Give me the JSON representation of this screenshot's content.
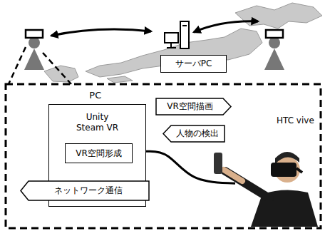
{
  "diagram": {
    "nodes": [
      {
        "text": [
          "サーバPC"
        ]
      },
      {
        "text": [
          "PC",
          "Unity Steam VR"
        ]
      },
      {
        "text": [
          "VR空間形成"
        ],
        "in": 1
      },
      {
        "text": [
          "VR空間描画"
        ]
      },
      {
        "text": [
          "人物の検出"
        ]
      },
      {
        "text": [
          "ネットワーク通信"
        ]
      },
      {
        "text": [
          "HTC vive"
        ]
      }
    ],
    "edges": [
      {
        "from": 1,
        "to": 6,
        "arrow": "none"
      }
    ]
  }
}
